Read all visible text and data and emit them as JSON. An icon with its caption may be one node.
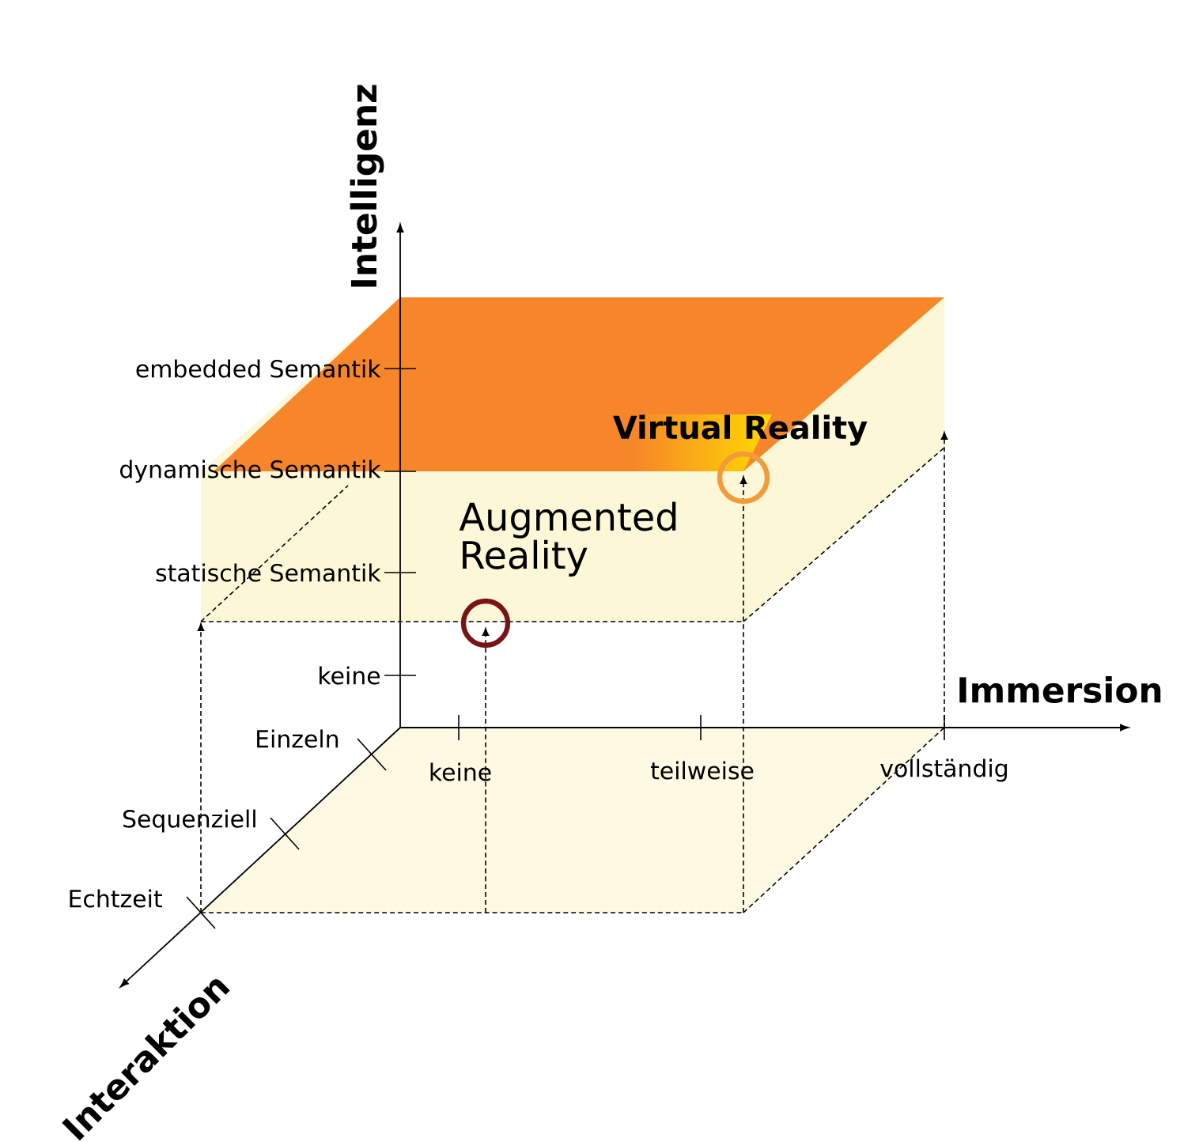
{
  "diagram": {
    "labels": [
      "Intelligenz",
      "embedded Semantik",
      "Virtual Reality",
      "dynamische Semantik",
      "Augmented Reality",
      "statische Semantik",
      "keine",
      "Immersion",
      "Einzeln",
      "keine",
      "teilweise",
      "vollständig",
      "Sequenziell",
      "Echtzeit",
      "Interaktion"
    ]
  }
}
